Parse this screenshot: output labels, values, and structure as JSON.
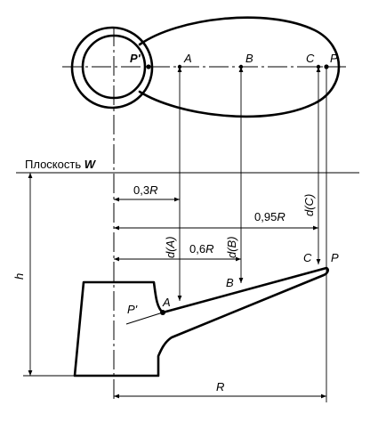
{
  "plane": {
    "text": "Плоскость ",
    "var": "W"
  },
  "points_top": {
    "p_prime": "P'",
    "a": "A",
    "b": "B",
    "c": "C",
    "p": "P"
  },
  "points_side": {
    "p_prime": "P'",
    "a": "A",
    "b": "B",
    "c": "C",
    "p": "P"
  },
  "dims": {
    "r03": {
      "num": "0,3",
      "var": "R"
    },
    "r06": {
      "num": "0,6",
      "var": "R"
    },
    "r095": {
      "num": "0,95",
      "var": "R"
    },
    "da": "d(A)",
    "db": "d(B)",
    "dc": "d(C)",
    "h": "h",
    "r": "R"
  }
}
